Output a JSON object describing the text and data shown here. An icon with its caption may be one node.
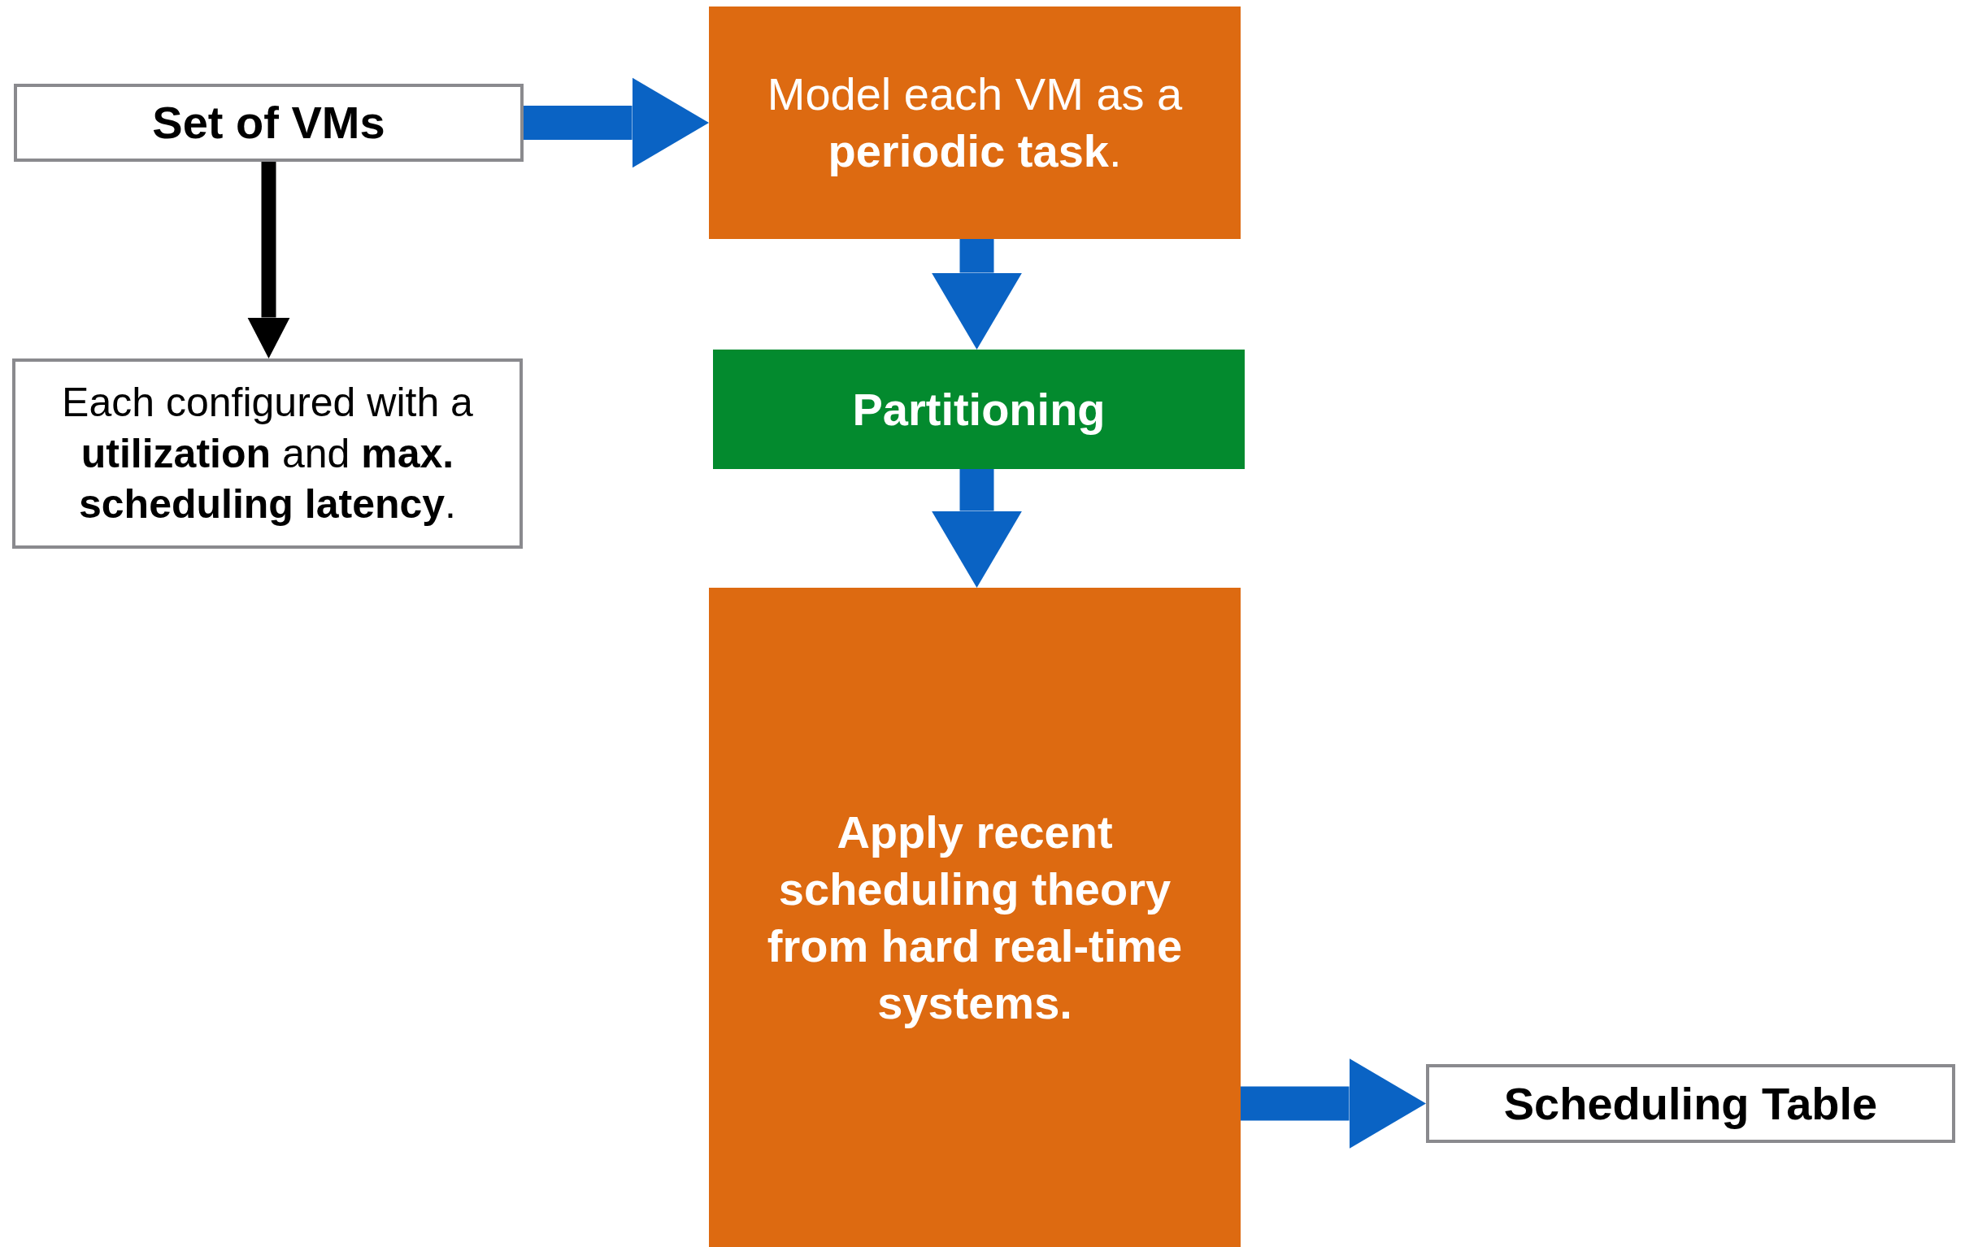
{
  "diagram": {
    "nodes": [
      {
        "text": [
          "Set of VMs"
        ]
      },
      {
        "text": [
          "Each configured with a **utilization** and **max. scheduling latency**."
        ]
      },
      {
        "text": [
          "Model each VM as a **periodic task**."
        ]
      },
      {
        "text": [
          "Partitioning"
        ]
      },
      {
        "text": [
          "Apply recent scheduling theory from hard real-time systems."
        ]
      },
      {
        "text": [
          "Scheduling Table"
        ]
      }
    ],
    "edges": [
      {
        "from": 0,
        "to": 2,
        "arrow": "to"
      },
      {
        "from": 0,
        "to": 1,
        "arrow": "to",
        "color": "#000000"
      },
      {
        "from": 2,
        "to": 3,
        "arrow": "to"
      },
      {
        "from": 3,
        "to": 4,
        "arrow": "to"
      },
      {
        "from": 4,
        "to": 5,
        "arrow": "to"
      }
    ]
  }
}
